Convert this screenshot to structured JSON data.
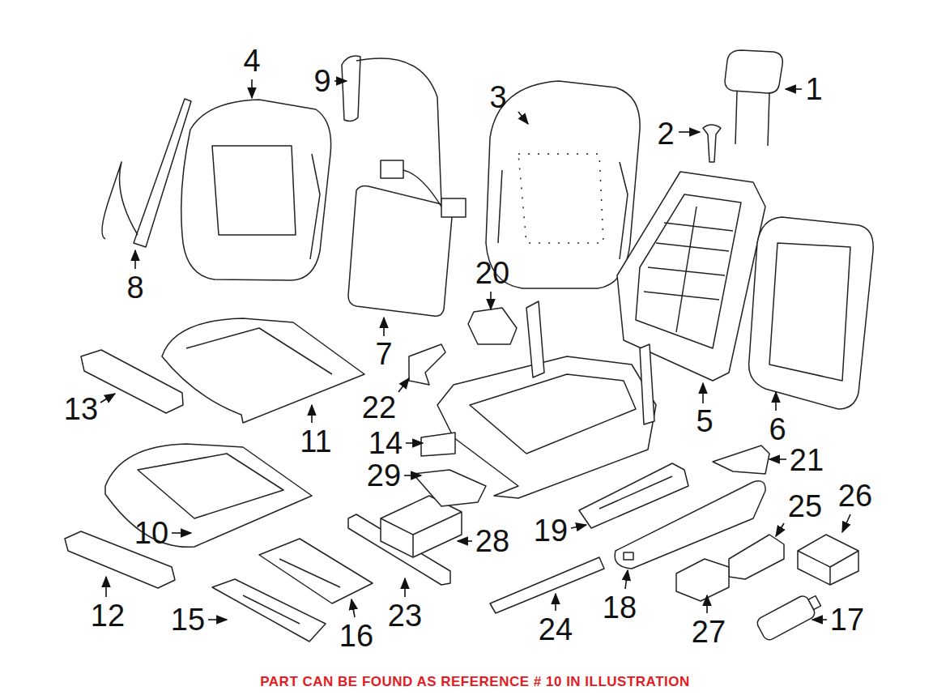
{
  "diagram": {
    "caption": "PART CAN BE FOUND AS REFERENCE # 10 IN ILLUSTRATION",
    "labels": [
      "4",
      "9",
      "1",
      "3",
      "2",
      "20",
      "8",
      "7",
      "22",
      "13",
      "5",
      "6",
      "11",
      "14",
      "21",
      "29",
      "26",
      "25",
      "19",
      "10",
      "28",
      "18",
      "23",
      "12",
      "15",
      "17",
      "27",
      "24",
      "16"
    ]
  }
}
